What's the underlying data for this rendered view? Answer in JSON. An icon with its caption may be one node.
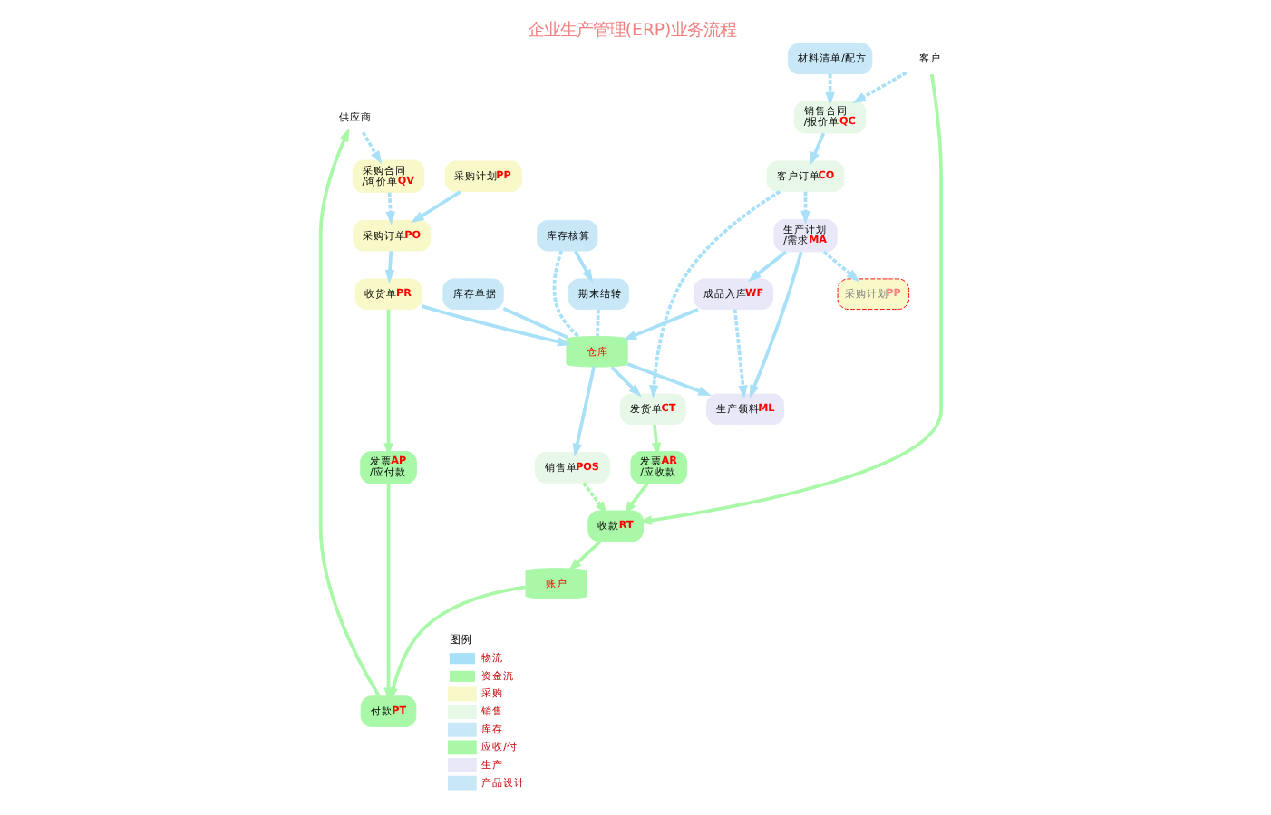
{
  "diagram": {
    "title": "企业生产管理(ERP)业务流程",
    "nodes": [
      {
        "text": [
          "供应商"
        ]
      },
      {
        "text": [
          "采购合同 /询价单QV"
        ]
      },
      {
        "text": [
          "采购订单PO"
        ]
      },
      {
        "text": [
          "采购计划PP"
        ]
      },
      {
        "text": [
          "付款PT"
        ]
      },
      {
        "text": [
          "发票AP /应付款"
        ]
      },
      {
        "text": [
          "收货单PR"
        ]
      },
      {
        "text": [
          "库存单据"
        ]
      },
      {
        "text": [
          "库存核算"
        ]
      },
      {
        "text": [
          "期末结转"
        ]
      },
      {
        "text": [
          "账户"
        ]
      },
      {
        "text": [
          "销售单POS"
        ]
      },
      {
        "text": [
          "仓库"
        ]
      },
      {
        "text": [
          "成品入库WF"
        ]
      },
      {
        "text": [
          "收款RT"
        ]
      },
      {
        "text": [
          "发票AR /应收款"
        ]
      },
      {
        "text": [
          "发货单CT"
        ]
      },
      {
        "text": [
          "生产领料ML"
        ]
      },
      {
        "text": [
          "客户订单CO"
        ]
      },
      {
        "text": [
          "生产计划 /需求MA"
        ]
      },
      {
        "text": [
          "客户"
        ]
      },
      {
        "text": [
          "销售合同 /报价单QC"
        ]
      },
      {
        "text": [
          "材料清单/配方"
        ]
      },
      {
        "text": [
          "采购计划PP"
        ]
      }
    ],
    "edges": [
      {
        "from": 0,
        "to": 1,
        "arrow": "to",
        "style": "dashed"
      },
      {
        "from": 1,
        "to": 2,
        "arrow": "to",
        "style": "dashed"
      },
      {
        "from": 3,
        "to": 2,
        "arrow": "to"
      },
      {
        "from": 2,
        "to": 6,
        "arrow": "to"
      },
      {
        "from": 6,
        "to": 5,
        "arrow": "to",
        "color": "#a8f8a8"
      },
      {
        "from": 5,
        "to": 4,
        "arrow": "to",
        "color": "#a8f8a8"
      },
      {
        "from": 10,
        "to": 4,
        "arrow": "to",
        "color": "#a8f8a8"
      },
      {
        "from": 4,
        "to": 0,
        "arrow": "to",
        "color": "#a8f8a8"
      },
      {
        "from": 6,
        "to": 12,
        "arrow": "to"
      },
      {
        "from": 7,
        "to": 12,
        "arrow": "none"
      },
      {
        "from": 8,
        "to": 9,
        "arrow": "to"
      },
      {
        "from": 8,
        "to": 12,
        "arrow": "none",
        "style": "dashed"
      },
      {
        "from": 9,
        "to": 12,
        "arrow": "none",
        "style": "dashed"
      },
      {
        "from": 12,
        "to": 11,
        "arrow": "to"
      },
      {
        "from": 13,
        "to": 12,
        "arrow": "to"
      },
      {
        "from": 13,
        "to": 17,
        "arrow": "to",
        "style": "dashed"
      },
      {
        "from": 12,
        "to": 16,
        "arrow": "to"
      },
      {
        "from": 12,
        "to": 17,
        "arrow": "to"
      },
      {
        "from": 11,
        "to": 14,
        "arrow": "to",
        "style": "dashed",
        "color": "#a8f8a8"
      },
      {
        "from": 16,
        "to": 15,
        "arrow": "to",
        "color": "#a8f8a8"
      },
      {
        "from": 15,
        "to": 14,
        "arrow": "to",
        "color": "#a8f8a8"
      },
      {
        "from": 14,
        "to": 10,
        "arrow": "to",
        "color": "#a8f8a8"
      },
      {
        "from": 20,
        "to": 14,
        "arrow": "to",
        "color": "#a8f8a8"
      },
      {
        "from": 20,
        "to": 21,
        "arrow": "to",
        "style": "dashed"
      },
      {
        "from": 21,
        "to": 18,
        "arrow": "to"
      },
      {
        "from": 18,
        "to": 16,
        "arrow": "to",
        "style": "dashed"
      },
      {
        "from": 18,
        "to": 19,
        "arrow": "to",
        "style": "dashed"
      },
      {
        "from": 19,
        "to": 17,
        "arrow": "to"
      },
      {
        "from": 19,
        "to": 13,
        "arrow": "to"
      },
      {
        "from": 19,
        "to": 23,
        "arrow": "to",
        "style": "dashed"
      },
      {
        "from": 22,
        "to": 21,
        "arrow": "to",
        "style": "dashed"
      }
    ],
    "labels": [
      "图例"
    ],
    "legend": [
      {
        "text": "物流"
      },
      {
        "text": "资金流"
      },
      {
        "text": "采购",
        "color": "#f8f8c8"
      },
      {
        "text": "销售",
        "color": "#e8f8e8"
      },
      {
        "text": "库存",
        "color": "#c8e8f8"
      },
      {
        "text": "应收/付",
        "color": "#a8f8a8"
      },
      {
        "text": "生产",
        "color": "#e8e8f8"
      },
      {
        "text": "产品设计",
        "color": "#c8e8f8"
      }
    ]
  }
}
